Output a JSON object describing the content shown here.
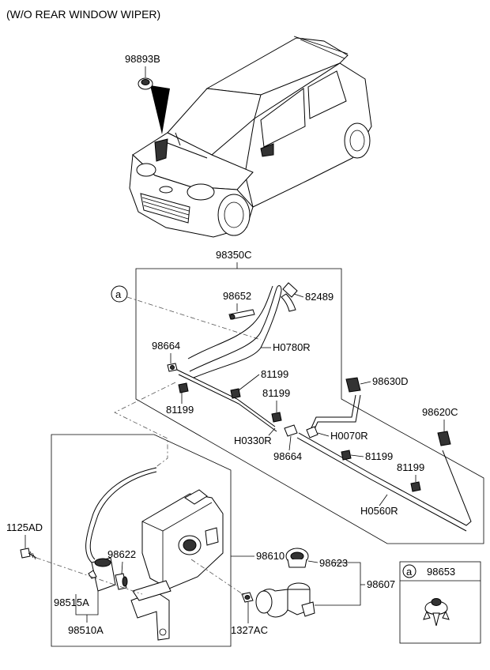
{
  "title": "(W/O REAR WINDOW WIPER)",
  "labels": {
    "p98893B": "98893B",
    "p98350C": "98350C",
    "p98652": "98652",
    "p82489": "82489",
    "p98664_top": "98664",
    "pH0780R": "H0780R",
    "p81199_a": "81199",
    "p81199_b": "81199",
    "p81199_c": "81199",
    "p98630D": "98630D",
    "p98620C": "98620C",
    "pH0330R": "H0330R",
    "pH0070R": "H0070R",
    "p98664_bottom": "98664",
    "p81199_d": "81199",
    "p81199_e": "81199",
    "pH0560R": "H0560R",
    "p1125AD": "1125AD",
    "p98622": "98622",
    "p98610": "98610",
    "p98623": "98623",
    "p98607": "98607",
    "p98515A": "98515A",
    "p98510A": "98510A",
    "p1327AC": "1327AC",
    "p98653": "98653",
    "ref_a_main": "a",
    "ref_a_box": "a"
  }
}
